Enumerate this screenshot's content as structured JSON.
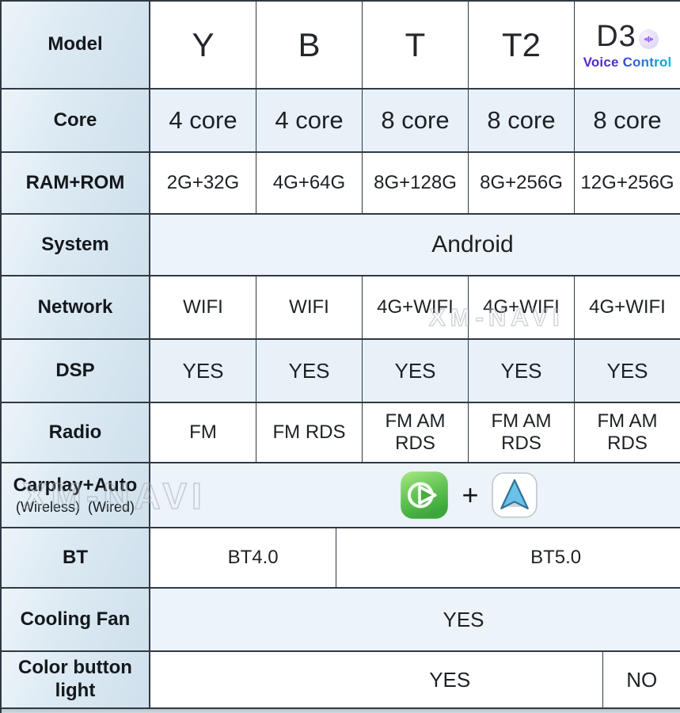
{
  "model_row": {
    "label": "Model",
    "models": [
      "Y",
      "B",
      "T",
      "T2",
      "D3"
    ],
    "d3_tagline": "Voice Control",
    "d3_voice_icon": "voice-control-icon"
  },
  "rows": {
    "core": {
      "label": "Core",
      "values": [
        "4 core",
        "4 core",
        "8 core",
        "8 core",
        "8 core"
      ]
    },
    "ram": {
      "label": "RAM+ROM",
      "values": [
        "2G+32G",
        "4G+64G",
        "8G+128G",
        "8G+256G",
        "12G+256G"
      ]
    },
    "system": {
      "label": "System",
      "value": "Android"
    },
    "network": {
      "label": "Network",
      "values": [
        "WIFI",
        "WIFI",
        "4G+WIFI",
        "4G+WIFI",
        "4G+WIFI"
      ]
    },
    "dsp": {
      "label": "DSP",
      "values": [
        "YES",
        "YES",
        "YES",
        "YES",
        "YES"
      ]
    },
    "radio": {
      "label": "Radio",
      "values": [
        "FM",
        "FM RDS",
        "FM AM\nRDS",
        "FM AM\nRDS",
        "FM AM\nRDS"
      ]
    },
    "carplay": {
      "label": "Carplay+Auto",
      "sublabel": "(Wireless)  (Wired)",
      "plus": "+",
      "icons": [
        "carplay-app-icon",
        "android-auto-app-icon"
      ]
    },
    "bt": {
      "label": "BT",
      "left": "BT4.0",
      "right": "BT5.0"
    },
    "cooling": {
      "label": "Cooling Fan",
      "value": "YES"
    },
    "color_light": {
      "label": "Color button light",
      "left": "YES",
      "right": "NO"
    }
  },
  "watermarks": {
    "network_area": "XM-NAVI",
    "carplay_area": "XM-NAVI"
  },
  "colors": {
    "carplay_green": "#3fae3c",
    "android_auto_blue": "#5fb7e6",
    "voice_gradient_start": "#5b21c8",
    "voice_gradient_end": "#00b7d4",
    "row_tint": "#e8f1f8",
    "header_tint": "#d9e7f1",
    "grid_line": "#2f3a45"
  },
  "chart_data": {
    "type": "table",
    "columns": [
      "Model",
      "Y",
      "B",
      "T",
      "T2",
      "D3 (Voice Control)"
    ],
    "rows": [
      [
        "Core",
        "4 core",
        "4 core",
        "8 core",
        "8 core",
        "8 core"
      ],
      [
        "RAM+ROM",
        "2G+32G",
        "4G+64G",
        "8G+128G",
        "8G+256G",
        "12G+256G"
      ],
      [
        "System",
        "Android",
        "Android",
        "Android",
        "Android",
        "Android"
      ],
      [
        "Network",
        "WIFI",
        "WIFI",
        "4G+WIFI",
        "4G+WIFI",
        "4G+WIFI"
      ],
      [
        "DSP",
        "YES",
        "YES",
        "YES",
        "YES",
        "YES"
      ],
      [
        "Radio",
        "FM",
        "FM RDS",
        "FM AM RDS",
        "FM AM RDS",
        "FM AM RDS"
      ],
      [
        "Carplay+Auto (Wireless) (Wired)",
        "Carplay + Android Auto",
        "Carplay + Android Auto",
        "Carplay + Android Auto",
        "Carplay + Android Auto",
        "Carplay + Android Auto"
      ],
      [
        "BT",
        "BT4.0",
        "BT4.0",
        "BT5.0",
        "BT5.0",
        "BT5.0"
      ],
      [
        "Cooling Fan",
        "YES",
        "YES",
        "YES",
        "YES",
        "YES"
      ],
      [
        "Color button light",
        "YES",
        "YES",
        "YES",
        "YES",
        "NO"
      ]
    ]
  }
}
